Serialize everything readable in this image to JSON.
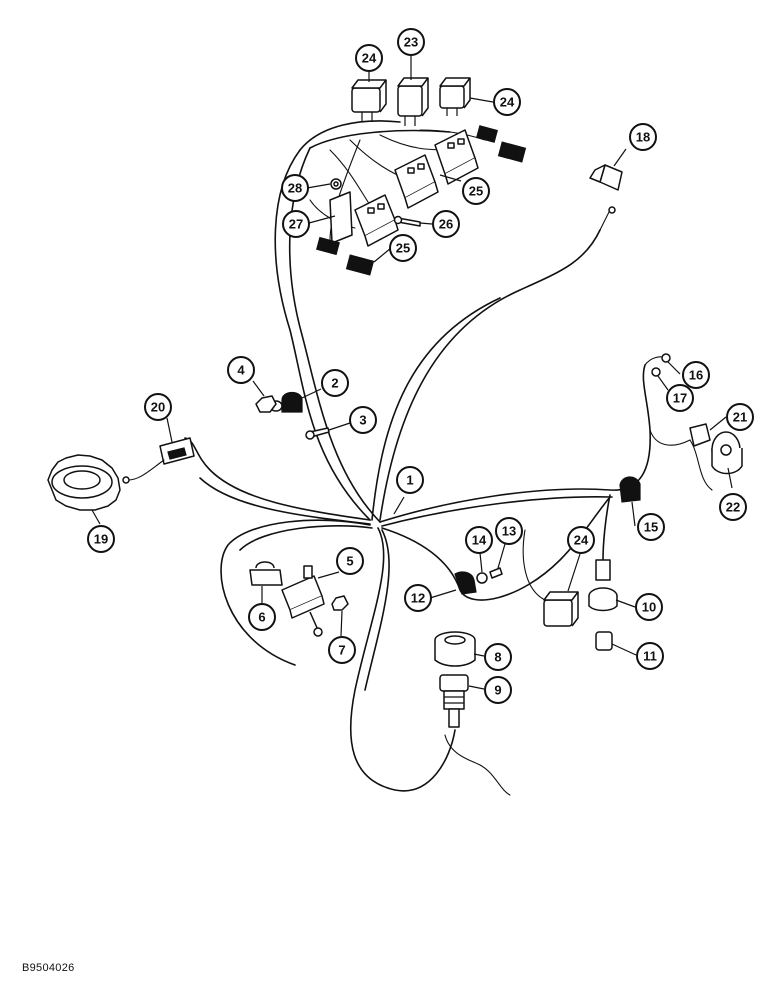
{
  "figure": {
    "code": "B9504026"
  },
  "callouts": [
    {
      "id": "c1",
      "label": "1"
    },
    {
      "id": "c2",
      "label": "2"
    },
    {
      "id": "c3",
      "label": "3"
    },
    {
      "id": "c4",
      "label": "4"
    },
    {
      "id": "c5",
      "label": "5"
    },
    {
      "id": "c6",
      "label": "6"
    },
    {
      "id": "c7",
      "label": "7"
    },
    {
      "id": "c8",
      "label": "8"
    },
    {
      "id": "c9",
      "label": "9"
    },
    {
      "id": "c10",
      "label": "10"
    },
    {
      "id": "c11",
      "label": "11"
    },
    {
      "id": "c12",
      "label": "12"
    },
    {
      "id": "c13",
      "label": "13"
    },
    {
      "id": "c14",
      "label": "14"
    },
    {
      "id": "c15",
      "label": "15"
    },
    {
      "id": "c16",
      "label": "16"
    },
    {
      "id": "c17",
      "label": "17"
    },
    {
      "id": "c18",
      "label": "18"
    },
    {
      "id": "c19",
      "label": "19"
    },
    {
      "id": "c20",
      "label": "20"
    },
    {
      "id": "c21",
      "label": "21"
    },
    {
      "id": "c22",
      "label": "22"
    },
    {
      "id": "c23",
      "label": "23"
    },
    {
      "id": "c24a",
      "label": "24"
    },
    {
      "id": "c24b",
      "label": "24"
    },
    {
      "id": "c24c",
      "label": "24"
    },
    {
      "id": "c25a",
      "label": "25"
    },
    {
      "id": "c25b",
      "label": "25"
    },
    {
      "id": "c26",
      "label": "26"
    },
    {
      "id": "c27",
      "label": "27"
    },
    {
      "id": "c28",
      "label": "28"
    }
  ]
}
